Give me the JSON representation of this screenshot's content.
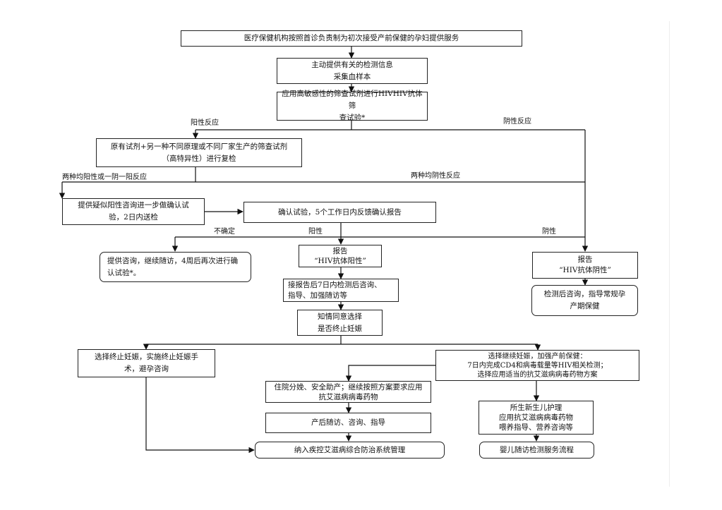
{
  "nodes": {
    "n1": {
      "lines": [
        "医疗保健机构按照首诊负责制为初次接受产前保健的孕妇提供服务"
      ]
    },
    "n2": {
      "lines": [
        "主动提供有关的检测信息",
        "采集血样本"
      ]
    },
    "n3": {
      "lines": [
        "应用高敏感性的筛查试剂进行HIVHIV抗体筛",
        "查试验*"
      ]
    },
    "n4": {
      "lines": [
        "原有试剂+另一种不同原理或不同厂家生产的筛查试剂",
        "（高特异性）进行复检"
      ]
    },
    "n5": {
      "lines": [
        "提供疑似阳性咨询进一步做确认试",
        "验，2日内送检"
      ]
    },
    "n6": {
      "lines": [
        "确认试验，5个工作日内反馈确认报告"
      ]
    },
    "n7": {
      "lines": [
        "提供咨询，继续随访，4周后再次进行确",
        "认试验*。"
      ]
    },
    "n8": {
      "lines": [
        "报告",
        "“HIV抗体阳性”"
      ]
    },
    "n9": {
      "lines": [
        "报告",
        "“HIV抗体阴性”"
      ]
    },
    "n10": {
      "lines": [
        "接报告后7日内检测后咨询、",
        "指导、加强随访等"
      ]
    },
    "n11": {
      "lines": [
        "检测后咨询，指导常规孕",
        "产期保健"
      ]
    },
    "n12": {
      "lines": [
        "知情同意选择",
        "是否终止妊娠"
      ]
    },
    "n13": {
      "lines": [
        "选择终止妊娠，实施终止妊娠手",
        "术，避孕咨询"
      ]
    },
    "n14": {
      "lines": [
        "选择继续妊娠，加强产前保健：",
        "7日内完成CD4和病毒载量等HIV相关检测；",
        "选择应用适当的抗艾滋病病毒药物方案"
      ]
    },
    "n15": {
      "lines": [
        "住院分娩、安全助产；继续按照方案要求应用",
        "抗艾滋病病毒药物"
      ]
    },
    "n16": {
      "lines": [
        "所生新生儿护理",
        "应用抗艾滋病病毒药物",
        "喂养指导、营养咨询等"
      ]
    },
    "n17": {
      "lines": [
        "产后随访、咨询、指导"
      ]
    },
    "n18": {
      "lines": [
        "纳入疾控艾滋病综合防治系统管理"
      ]
    },
    "n19": {
      "lines": [
        "婴儿随访检测服务流程"
      ]
    }
  },
  "edge_labels": {
    "pos_reaction": "阳性反应",
    "neg_reaction": "阴性反应",
    "both_pos_or_one": "两种均阳性或一阴一阳反应",
    "both_neg": "两种均阴性反应",
    "uncertain": "不确定",
    "positive": "阳性",
    "negative": "阴性"
  }
}
